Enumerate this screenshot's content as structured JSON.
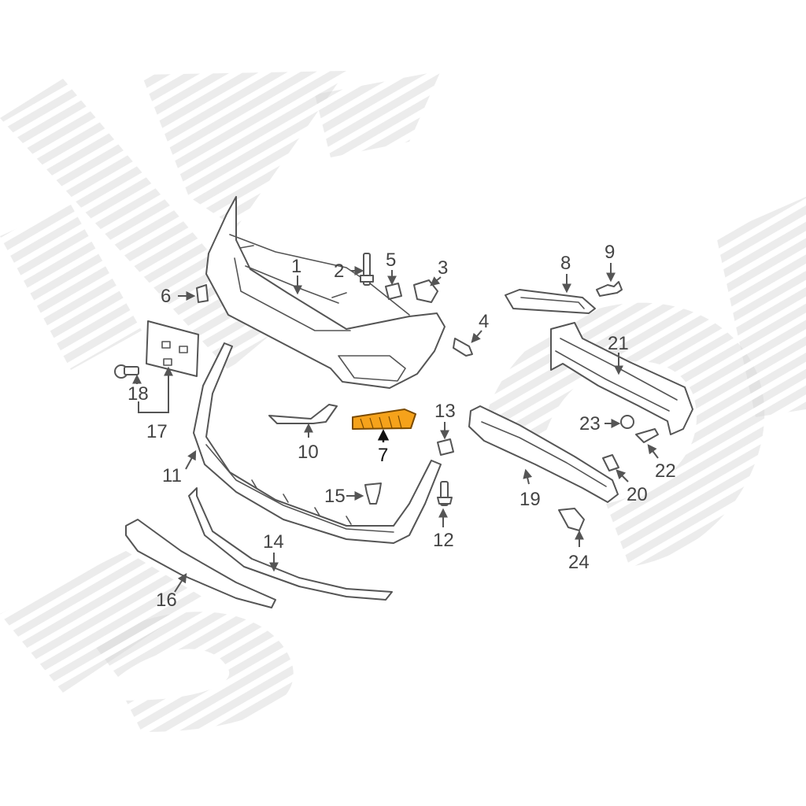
{
  "diagram": {
    "highlight_color": "#f5a21b",
    "callouts": [
      {
        "id": "1",
        "label": "1"
      },
      {
        "id": "2",
        "label": "2"
      },
      {
        "id": "3",
        "label": "3"
      },
      {
        "id": "4",
        "label": "4"
      },
      {
        "id": "5",
        "label": "5"
      },
      {
        "id": "6",
        "label": "6"
      },
      {
        "id": "7",
        "label": "7",
        "highlighted": true
      },
      {
        "id": "8",
        "label": "8"
      },
      {
        "id": "9",
        "label": "9"
      },
      {
        "id": "10",
        "label": "10"
      },
      {
        "id": "11",
        "label": "11"
      },
      {
        "id": "12",
        "label": "12"
      },
      {
        "id": "13",
        "label": "13"
      },
      {
        "id": "14",
        "label": "14"
      },
      {
        "id": "15",
        "label": "15"
      },
      {
        "id": "16",
        "label": "16"
      },
      {
        "id": "17",
        "label": "17"
      },
      {
        "id": "18",
        "label": "18"
      },
      {
        "id": "19",
        "label": "19"
      },
      {
        "id": "20",
        "label": "20"
      },
      {
        "id": "21",
        "label": "21"
      },
      {
        "id": "22",
        "label": "22"
      },
      {
        "id": "23",
        "label": "23"
      },
      {
        "id": "24",
        "label": "24"
      }
    ]
  }
}
